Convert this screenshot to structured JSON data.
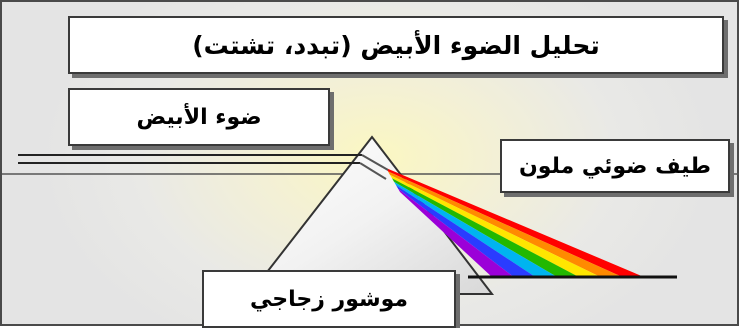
{
  "diagram": {
    "title": "تحليل الضوء الأبيض (تبدد، تشتت)",
    "labels": {
      "white_light": "ضوء الأبيض",
      "spectrum": "طيف ضوئي ملون",
      "prism": "موشور زجاجي"
    },
    "spectrum_colors": [
      "#ff0000",
      "#ff8a00",
      "#ffe600",
      "#22b800",
      "#00b4f0",
      "#2a3cff",
      "#9b00d8"
    ],
    "prism_color": "#eeeeee",
    "ray_color": "#222222"
  }
}
